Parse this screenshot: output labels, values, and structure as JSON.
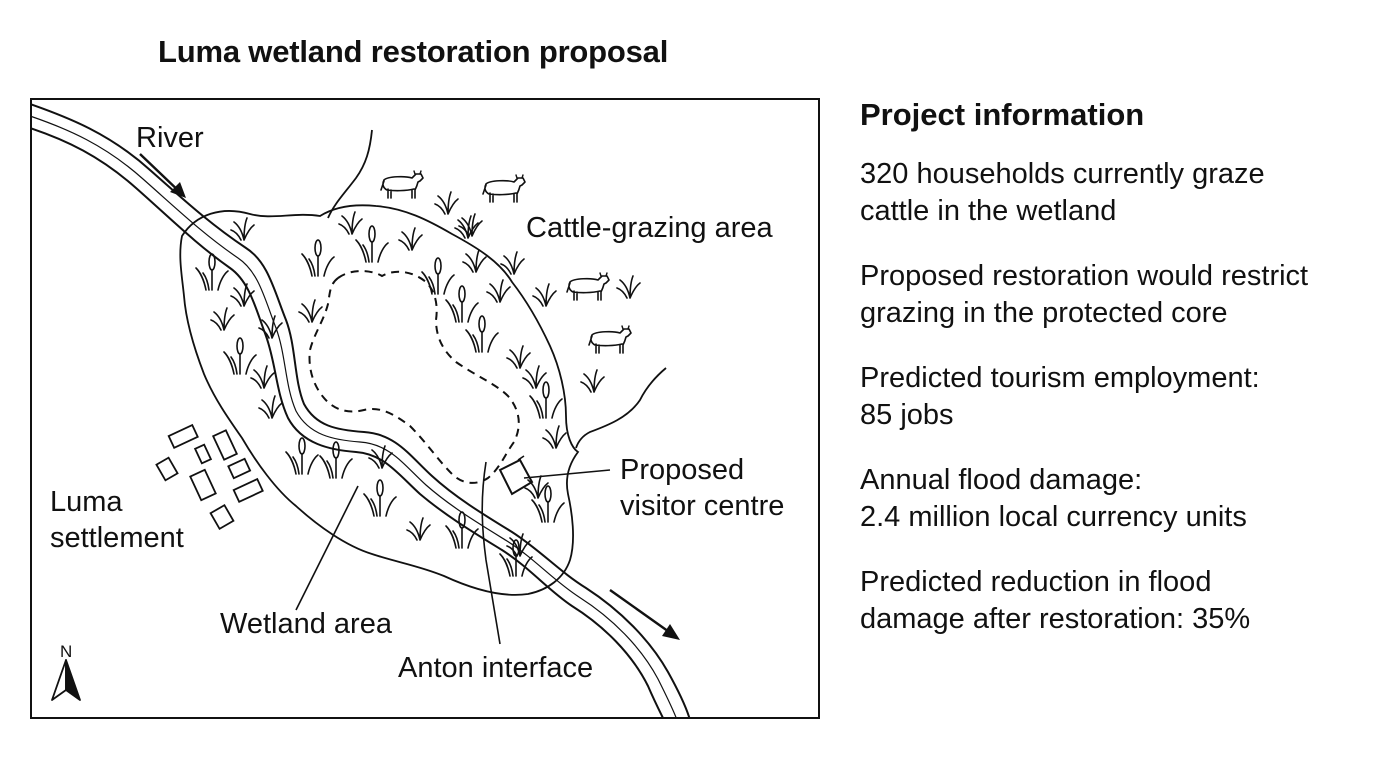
{
  "title": "Luma wetland restoration proposal",
  "map": {
    "labels": {
      "river": "River",
      "cattle_area": "Cattle-grazing area",
      "proposed_line1": "Proposed",
      "proposed_line2": "visitor centre",
      "luma_line1": "Luma",
      "luma_line2": "settlement",
      "wetland": "Wetland area",
      "anton": "Anton interface",
      "north": "N"
    }
  },
  "info": {
    "heading": "Project information",
    "facts": [
      {
        "line1": "320 households currently graze",
        "line2": "cattle in the wetland"
      },
      {
        "line1": "Proposed restoration would restrict",
        "line2": "grazing in the protected core"
      },
      {
        "line1": "Predicted tourism employment:",
        "line2": "85 jobs"
      },
      {
        "line1": "Annual flood damage:",
        "line2": "2.4 million local currency units"
      },
      {
        "line1": "Predicted reduction in flood",
        "line2": "damage after restoration: 35%"
      }
    ]
  }
}
